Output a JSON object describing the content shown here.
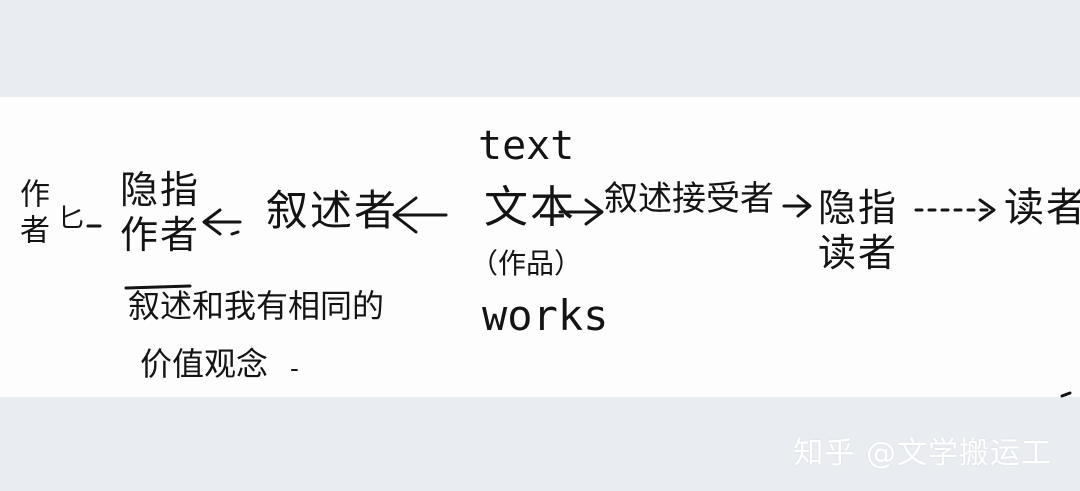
{
  "diagram": {
    "top_label": "text",
    "left_margin_label": "作者",
    "left_margin_tail": "匕",
    "implied_author": "隐指作者",
    "narrator_left": "叙述者",
    "text_center": "文本",
    "works_paren": "（作品）",
    "works": "works",
    "narratee": "叙述接受者",
    "implied_reader": "隐指读者",
    "reader": "读者",
    "note_line1": "叙述和我有相同的",
    "note_line2": "价值观念",
    "note_tail": "-"
  },
  "watermark": "知乎 @文学搬运工"
}
